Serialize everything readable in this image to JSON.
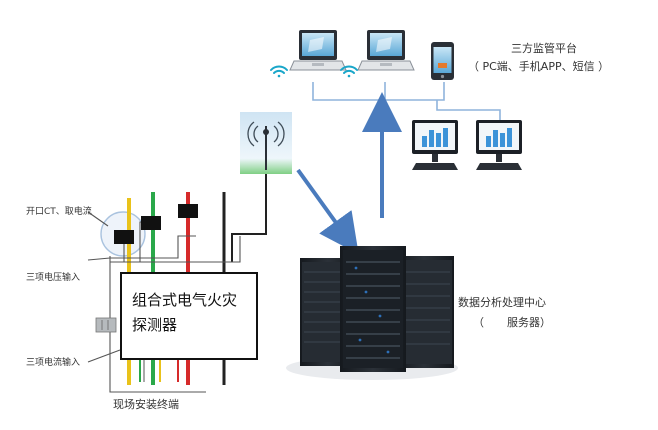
{
  "labels": {
    "platform_title": "三方监管平台",
    "platform_sub": "（ PC端、手机APP、短信 ）",
    "ct_label": "开口CT、取电流",
    "voltage_input": "三项电压输入",
    "current_input": "三项电流输入",
    "detector": "组合式电气火灾探测器",
    "site_terminal": "现场安装终端",
    "data_center": "数据分析处理中心",
    "server_open": "（",
    "server": "服务器）"
  },
  "colors": {
    "line_blue": "#8fb4dc",
    "arrow_blue": "#4a7bbd",
    "wire_yellow": "#e9c21a",
    "wire_green": "#2aa84a",
    "wire_red": "#d62a2a",
    "wire_black": "#222222",
    "wifi_cyan": "#19a6c9",
    "server_dark": "#1f242b"
  },
  "icons": [
    "laptop-icon",
    "wifi-icon",
    "smartphone-icon",
    "desktop-monitor-icon",
    "antenna-icon",
    "server-rack-icon"
  ]
}
